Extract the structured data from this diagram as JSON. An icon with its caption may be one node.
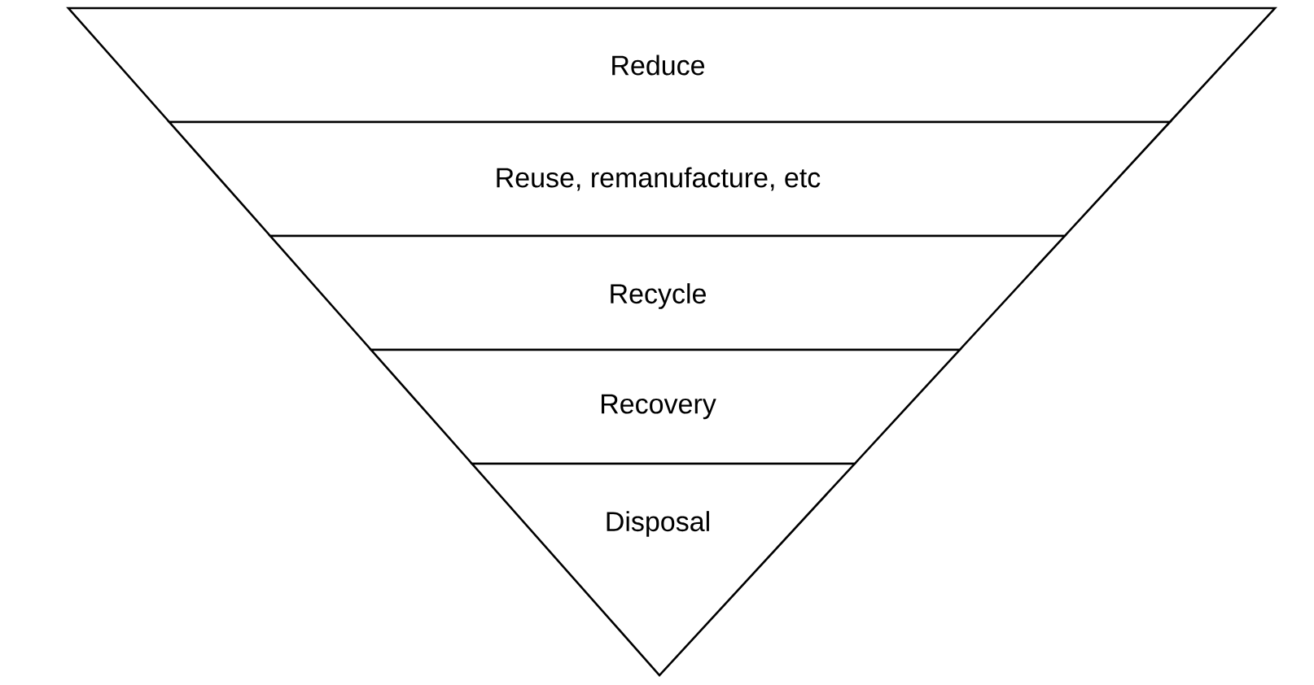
{
  "diagram": {
    "nodes": [
      {
        "text": [
          "Reduce"
        ]
      },
      {
        "text": [
          "Reuse, remanufacture, etc"
        ]
      },
      {
        "text": [
          "Recycle"
        ]
      },
      {
        "text": [
          "Recovery"
        ]
      },
      {
        "text": [
          "Disposal"
        ]
      }
    ]
  }
}
